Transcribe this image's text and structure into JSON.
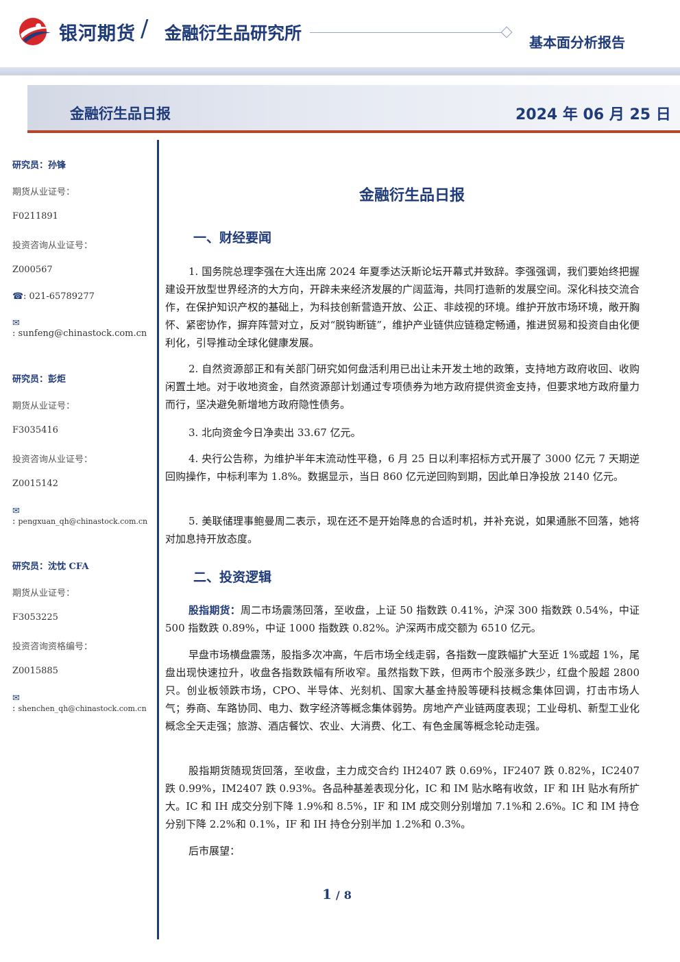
{
  "header": {
    "brand": "银河期货",
    "slash": "/",
    "institute": "金融衍生品研究所",
    "report_type": "基本面分析报告",
    "logo_icon": "galaxy-logo-icon",
    "accent_color": "#1f3b7a",
    "logo_red": "#d7262a"
  },
  "banner": {
    "title": "金融衍生品日报",
    "date": "2024 年 06 月 25 日"
  },
  "sidebar": {
    "analysts": [
      {
        "name_line": "研究员：孙锋",
        "futures_label": "期货从业证号：",
        "futures_id": "F0211891",
        "consult_label": "投资咨询从业证号：",
        "consult_id": "Z000567",
        "phone_icon": "phone-icon",
        "phone": "021-65789277",
        "email_icon": "email-icon",
        "email": "sunfeng@chinastock.com.cn"
      },
      {
        "name_line": "研究员：彭炬",
        "futures_label": "期货从业证号：",
        "futures_id": "F3035416",
        "consult_label": "投资咨询从业证号：",
        "consult_id": "Z0015142",
        "email_icon": "email-icon",
        "email": "pengxuan_qh@chinastock.com.cn"
      },
      {
        "name_line": "研究员：沈忱  CFA",
        "futures_label": "期货从业证号：",
        "futures_id": "F3053225",
        "consult_label": "投资咨询资格编号：",
        "consult_id": "Z0015885",
        "email_icon": "email-icon",
        "email": "shenchen_qh@chinastock.com.cn"
      }
    ]
  },
  "main": {
    "title": "金融衍生品日报",
    "section1": {
      "heading": "一、财经要闻",
      "items": [
        "1. 国务院总理李强在大连出席 2024 年夏季达沃斯论坛开幕式并致辞。李强强调，我们要始终把握建设开放型世界经济的大方向，开辟未来经济发展的广阔蓝海，共同打造新的发展空间。深化科技交流合作，在保护知识产权的基础上，为科技创新营造开放、公正、非歧视的环境。维护开放市场环境，敞开胸怀、紧密协作，摒弃阵营对立，反对“脱钩断链”，维护产业链供应链稳定畅通，推进贸易和投资自由化便利化，引导推动全球化健康发展。",
        "2. 自然资源部正和有关部门研究如何盘活利用已出让未开发土地的政策，支持地方政府收回、收购闲置土地。对于收地资金，自然资源部计划通过专项债券为地方政府提供资金支持，但要求地方政府量力而行，坚决避免新增地方政府隐性债务。",
        "3. 北向资金今日净卖出 33.67 亿元。",
        "4. 央行公告称，为维护半年末流动性平稳，6 月 25 日以利率招标方式开展了 3000 亿元 7 天期逆回购操作，中标利率为 1.8%。数据显示，当日 860 亿元逆回购到期，因此单日净投放 2140 亿元。",
        "5. 美联储理事鲍曼周二表示，现在还不是开始降息的合适时机，并补充说，如果通胀不回落，她将对加息持开放态度。"
      ]
    },
    "section2": {
      "heading": "二、投资逻辑",
      "lead_label": "股指期货：",
      "lead_text": "周二市场震荡回落，至收盘，上证 50 指数跌 0.41%，沪深 300 指数跌 0.54%，中证 500 指数跌 0.89%，中证 1000 指数跌 0.82%。沪深两市成交额为 6510 亿元。",
      "p2": "早盘市场横盘震荡，股指多次冲高，午后市场全线走弱，各指数一度跌幅扩大至近 1%或超 1%，尾盘出现快速拉升，收盘各指数跌幅有所收窄。虽然指数下跌，但两市个股涨多跌少，红盘个股超 2800 只。创业板领跌市场，CPO、半导体、光刻机、国家大基金持股等硬科技概念集体回调，打击市场人气；券商、车路协同、电力、数字经济等概念集体弱势。房地产产业链两度表现；工业母机、新型工业化概念全天走强；旅游、酒店餐饮、农业、大消费、化工、有色金属等概念轮动走强。",
      "p3": "股指期货随现货回落，至收盘，主力成交合约 IH2407 跌 0.69%，IF2407 跌 0.82%，IC2407 跌 0.99%，IM2407 跌 0.93%。各品种基差表现分化，IC 和 IM 贴水略有收敛，IF 和 IH 贴水有所扩大。IC 和 IH 成交分别下降 1.9%和 8.5%，IF 和 IM 成交则分别增加 7.1%和 2.6%。IC 和 IM 持仓分别下降 2.2%和 0.1%，IF 和 IH 持仓分别半加 1.2%和 0.3%。",
      "p4": "后市展望："
    }
  },
  "footer": {
    "page": "1",
    "sep": "/",
    "total": "8"
  }
}
